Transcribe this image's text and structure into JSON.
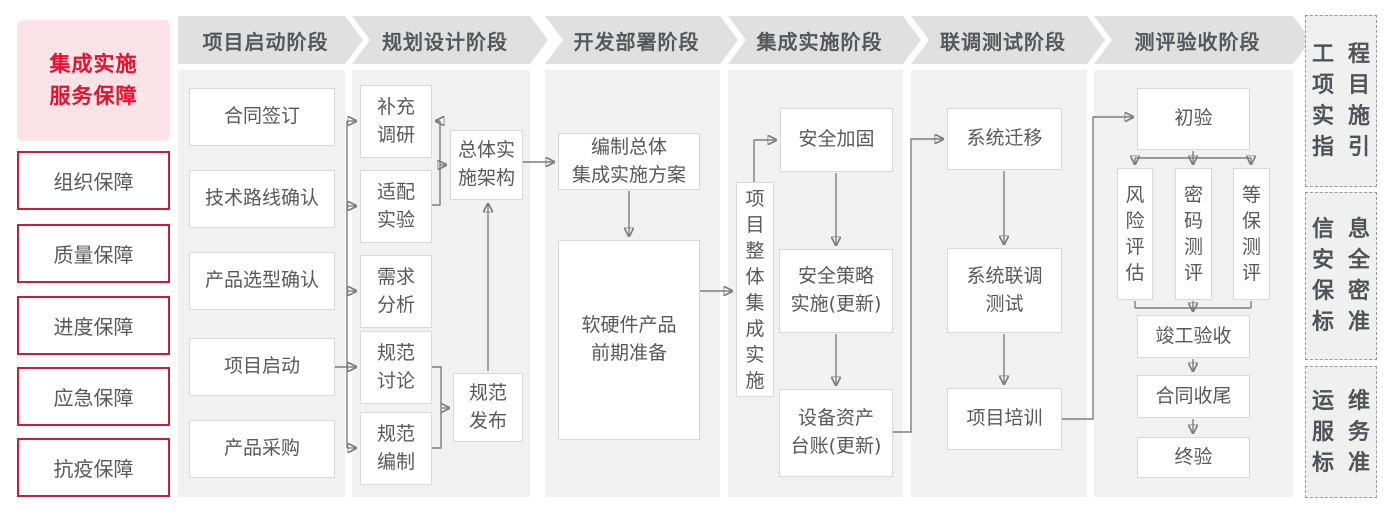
{
  "sidebar": {
    "title": "集成实施\n服务保障",
    "items": [
      {
        "label": "组织保障"
      },
      {
        "label": "质量保障"
      },
      {
        "label": "进度保障"
      },
      {
        "label": "应急保障"
      },
      {
        "label": "抗疫保障"
      }
    ]
  },
  "phases": [
    {
      "label": "项目启动阶段"
    },
    {
      "label": "规划设计阶段"
    },
    {
      "label": "开发部署阶段"
    },
    {
      "label": "集成实施阶段"
    },
    {
      "label": "联调测试阶段"
    },
    {
      "label": "测评验收阶段"
    }
  ],
  "nodes": {
    "sign_contract": {
      "label": "合同签订"
    },
    "tech_route_confirm": {
      "label": "技术路线确认"
    },
    "product_selection_confirm": {
      "label": "产品选型确认"
    },
    "project_kickoff": {
      "label": "项目启动"
    },
    "product_procurement": {
      "label": "产品采购"
    },
    "supplementary_research": {
      "label": "补充\n调研"
    },
    "adaptation_experiment": {
      "label": "适配\n实验"
    },
    "requirement_analysis": {
      "label": "需求\n分析"
    },
    "spec_discussion": {
      "label": "规范\n讨论"
    },
    "spec_drafting": {
      "label": "规范\n编制"
    },
    "overall_impl_architecture": {
      "label": "总体实\n施架构"
    },
    "spec_release": {
      "label": "规范\n发布"
    },
    "overall_integration_plan": {
      "label": "编制总体\n集成实施方案"
    },
    "hw_sw_preparation": {
      "label": "软硬件产品\n前期准备"
    },
    "overall_integration_impl": {
      "label": "项目整体集成实施"
    },
    "security_hardening": {
      "label": "安全加固"
    },
    "security_policy_impl": {
      "label": "安全策略\n实施(更新)"
    },
    "asset_ledger_update": {
      "label": "设备资产\n台账(更新)"
    },
    "system_migration": {
      "label": "系统迁移"
    },
    "system_joint_testing": {
      "label": "系统联调\n测试"
    },
    "project_training": {
      "label": "项目培训"
    },
    "initial_acceptance": {
      "label": "初验"
    },
    "risk_assessment": {
      "label": "风险评估"
    },
    "crypto_evaluation": {
      "label": "密码测评"
    },
    "classified_protection_evaluation": {
      "label": "等保测评"
    },
    "completion_acceptance": {
      "label": "竣工验收"
    },
    "contract_closure": {
      "label": "合同收尾"
    },
    "final_acceptance": {
      "label": "终验"
    }
  },
  "side_panels": [
    {
      "label": "工程项目实施指引"
    },
    {
      "label": "信息安全保密标准"
    },
    {
      "label": "运维服务标准"
    }
  ],
  "colors": {
    "accent_red": "#e8112d",
    "pink_bg": "#fbe3e8",
    "red_border": "#c51f3f",
    "phase_header_bg": "#e0e0e0",
    "column_bg": "#f1f1f1",
    "box_border": "#d8d8d8",
    "text_gray": "#595959",
    "line_gray": "#7e7e7e"
  }
}
